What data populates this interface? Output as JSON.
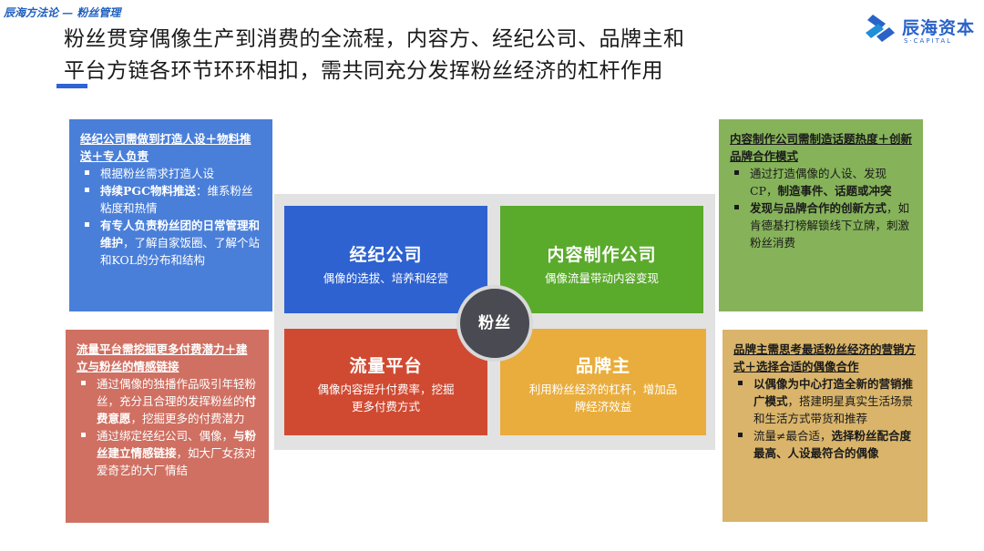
{
  "breadcrumb": "辰海方法论 — 粉丝管理",
  "title_line1": "粉丝贯穿偶像生产到消费的全流程，内容方、经纪公司、品牌主和",
  "title_line2": "平台方链各环节环环相扣，需共同充分发挥粉丝经济的杠杆作用",
  "logo": {
    "name": "辰海资本",
    "sub": "S·CAPITAL",
    "icon": "chenhai-logo-icon",
    "color": "#2a63c8"
  },
  "center_label": "粉丝",
  "quadrants": {
    "agency": {
      "title": "经纪公司",
      "subtitle": "偶像的选拔、培养和经营",
      "color": "#2e62d0"
    },
    "content": {
      "title": "内容制作公司",
      "subtitle": "偶像流量带动内容变现",
      "color": "#5aaa2c"
    },
    "traffic": {
      "title": "流量平台",
      "subtitle_1": "偶像内容提升付费率，挖掘",
      "subtitle_2": "更多付费方式",
      "color": "#d04a32"
    },
    "brand": {
      "title": "品牌主",
      "subtitle_1": "利用粉丝经济的杠杆，增加品",
      "subtitle_2": "牌经济效益",
      "color": "#e9ad3d"
    }
  },
  "notes": {
    "agency": {
      "heading": "经纪公司需做到打造人设＋物料推送＋专人负责",
      "b1": "根据粉丝需求打造人设",
      "b2_bold": "持续PGC物料推送",
      "b2_rest": "：维系粉丝粘度和热情",
      "b3_bold": "有专人负责粉丝团的日常管理和维护",
      "b3_rest": "，了解自家饭圈、了解个站和KOL的分布和结构",
      "color": "#4a7fd9"
    },
    "traffic": {
      "heading": "流量平台需挖掘更多付费潜力＋建立与粉丝的情感链接",
      "b1_a": "通过偶像的独播作品吸引年轻粉丝，充分且合理的发挥粉丝的",
      "b1_bold": "付费意愿",
      "b1_b": "，挖掘更多的付费潜力",
      "b2_a": "通过绑定经纪公司、偶像，",
      "b2_bold": "与粉丝建立情感链接",
      "b2_b": "，如大厂女孩对爱奇艺的大厂情结",
      "color": "#cf7062"
    },
    "content": {
      "heading": "内容制作公司需制造话题热度＋创新品牌合作模式",
      "b1_a": "通过打造偶像的人设、发现CP，",
      "b1_bold": "制造事件、话题或冲突",
      "b2_bold": "发现与品牌合作的创新方式",
      "b2_rest": "，如肯德基打榜解锁线下立牌，刺激粉丝消费",
      "color": "#86b35a"
    },
    "brand": {
      "heading": "品牌主需思考最适粉丝经济的营销方式＋选择合适的偶像合作",
      "b1_bold": "以偶像为中心打造全新的营销推广模式",
      "b1_rest": "，搭建明星真实生活场景和生活方式带货和推荐",
      "b2_a": "流量≠最合适，",
      "b2_bold": "选择粉丝配合度最高、人设最符合的偶像",
      "color": "#d9b46a"
    }
  }
}
